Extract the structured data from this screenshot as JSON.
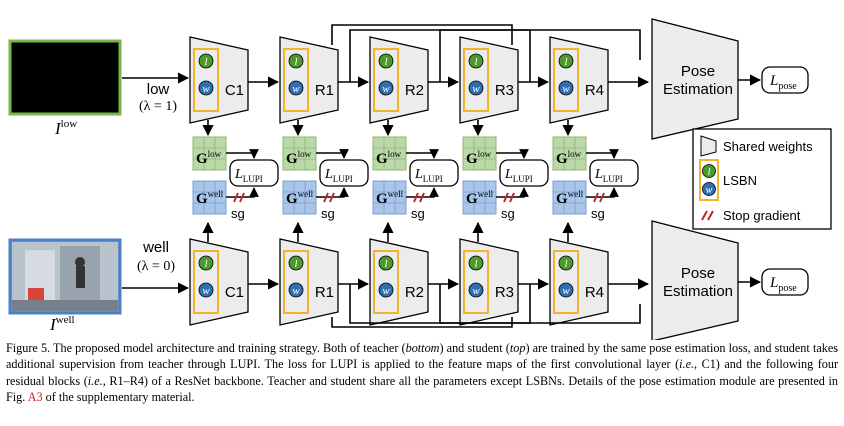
{
  "inputs": {
    "low": {
      "mode": "low",
      "lambda": "(λ = 1)",
      "symbol": "I",
      "superscript": "low"
    },
    "well": {
      "mode": "well",
      "lambda": "(λ = 0)",
      "symbol": "I",
      "superscript": "well"
    }
  },
  "stages": [
    "C1",
    "R1",
    "R2",
    "R3",
    "R4"
  ],
  "lsbn_letters": {
    "low": "l",
    "well": "w"
  },
  "gram": {
    "symbol": "G",
    "low": "low",
    "well": "well"
  },
  "loss_lupi": {
    "symbol": "L",
    "subscript": "LUPI"
  },
  "sg_label": "sg",
  "pose_label_line1": "Pose",
  "pose_label_line2": "Estimation",
  "loss_pose": {
    "symbol": "L",
    "subscript": "pose"
  },
  "legend": {
    "shared": "Shared weights",
    "lsbn": "LSBN",
    "stop": "Stop gradient"
  },
  "caption": {
    "part1": "Figure 5. The proposed model architecture and training strategy. Both of teacher (",
    "teacher": "bottom",
    "part2": ") and student (",
    "student": "top",
    "part3": ") are trained by the same pose estimation loss, and student takes additional supervision from teacher through LUPI. The loss for LUPI is applied to the feature maps of the first convolutional layer (",
    "ie1": "i.e.",
    "part4": ", C1) and the following four residual blocks (",
    "ie2": "i.e.",
    "part5": ", R1–R4) of a ResNet backbone. Teacher and student share all the parameters except LSBNs. Details of the pose estimation module are presented in Fig. ",
    "figref": "A3",
    "part6": " of the supplementary material."
  },
  "colors": {
    "image_border": "#7ab648",
    "lsbn_box": "#f2b42c",
    "gram_low": "#b9d9a6",
    "gram_well": "#a9c5ea",
    "stop": "#c0262c",
    "lsbn_green": "#4c9a2a",
    "lsbn_blue": "#2f6fb5",
    "shape_fill": "#ececec"
  }
}
